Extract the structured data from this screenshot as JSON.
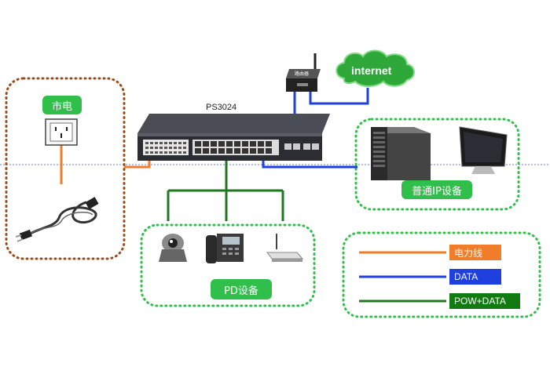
{
  "switch": {
    "model": "PS3024"
  },
  "mains": {
    "label": "市电"
  },
  "internet": {
    "label": "internet"
  },
  "router": {
    "badge": "路由器"
  },
  "ip_devices": {
    "label": "普通IP设备"
  },
  "pd_devices": {
    "label": "PD设备"
  },
  "legend": {
    "items": [
      {
        "label": "电力线",
        "line_color": "#f07d2a",
        "badge_color": "#f07d2a"
      },
      {
        "label": "DATA",
        "line_color": "#1f3fe0",
        "badge_color": "#1f3fe0"
      },
      {
        "label": "POW+DATA",
        "line_color": "#1f7a1f",
        "badge_color": "#117a11"
      }
    ]
  },
  "colors": {
    "power_line": "#f07d2a",
    "data_line": "#1f3fe0",
    "pow_data_line": "#1f7a1f",
    "group_border_green": "#2fbf4a",
    "group_border_brown": "#9c4a1a",
    "badge_green": "#2fbf4a"
  }
}
